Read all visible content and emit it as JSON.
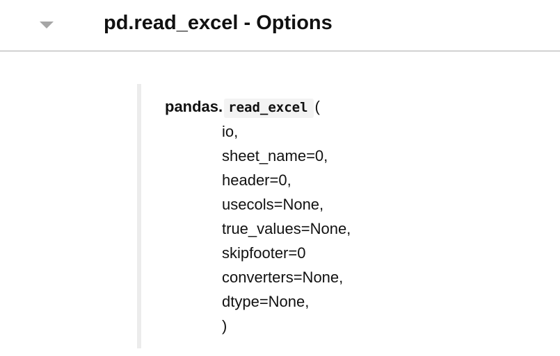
{
  "header": {
    "title": "pd.read_excel - Options",
    "toggle_icon": "triangle-down-icon"
  },
  "signature": {
    "prefix": "pandas.",
    "function": "read_excel",
    "open_paren": "(",
    "params": [
      "io,",
      "sheet_name=0,",
      "header=0,",
      "usecols=None,",
      "true_values=None,",
      "skipfooter=0",
      "converters=None,",
      "dtype=None,",
      ")"
    ]
  }
}
